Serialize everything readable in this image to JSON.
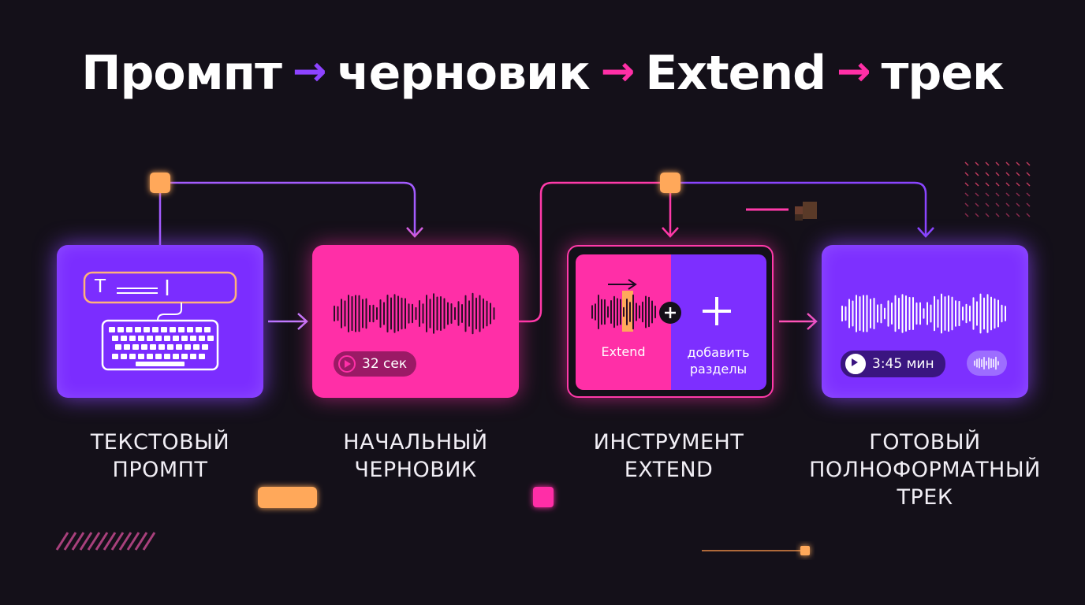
{
  "title": {
    "words": [
      "Промпт",
      "черновик",
      "Extend",
      "трек"
    ],
    "arrow": "→"
  },
  "cards": {
    "prompt": {
      "input_glyph": "T"
    },
    "draft": {
      "duration": "32 сек"
    },
    "extend": {
      "left_label": "Extend",
      "right_label": "добавить разделы"
    },
    "track": {
      "duration": "3:45 мин"
    }
  },
  "captions": [
    [
      "ТЕКСТОВЫЙ",
      "ПРОМПТ"
    ],
    [
      "НАЧАЛЬНЫЙ",
      "ЧЕРНОВИК"
    ],
    [
      "ИНСТРУМЕНТ",
      "EXTEND"
    ],
    [
      "ГОТОВЫЙ",
      "ПОЛНОФОРМАТНЫЙ",
      "ТРЕК"
    ]
  ],
  "colors": {
    "background": "#141019",
    "purple": "#7b2dff",
    "pink": "#ff2fa7",
    "orange": "#ffa85a"
  },
  "icons": [
    "keyboard-icon",
    "text-input-icon",
    "waveform-icon",
    "play-icon",
    "plus-icon",
    "arrow-right-icon"
  ]
}
